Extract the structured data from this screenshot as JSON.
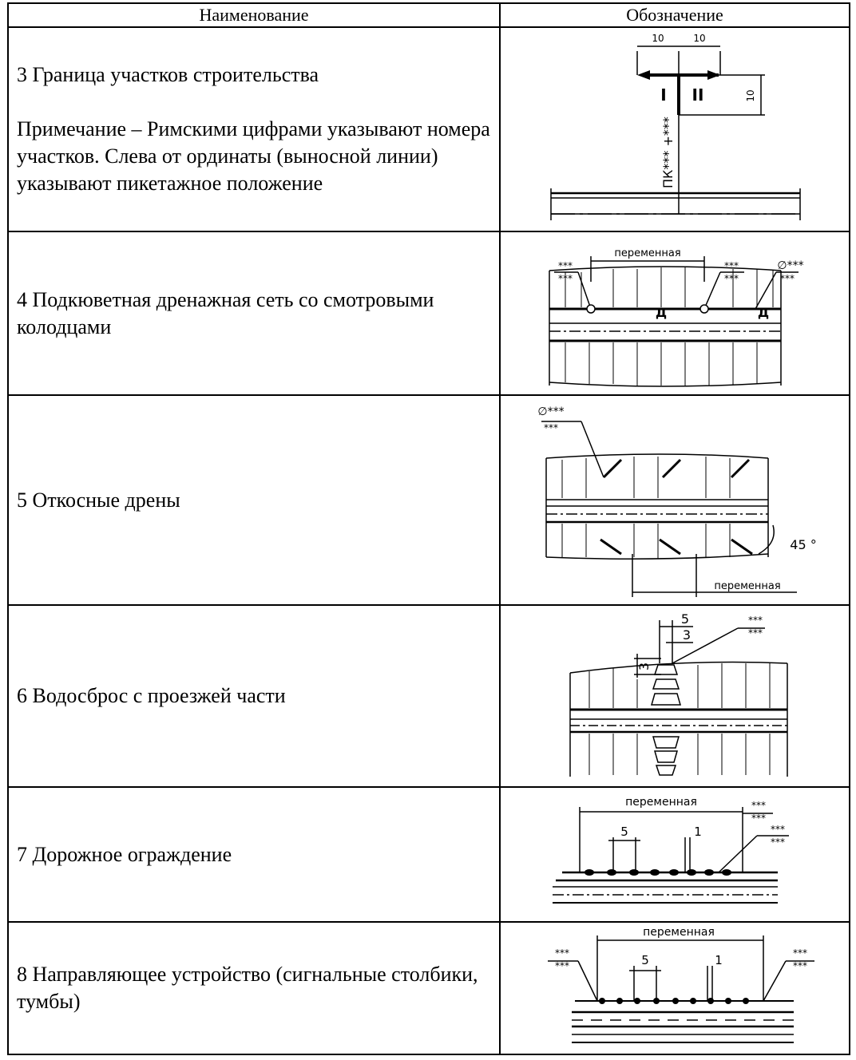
{
  "header": {
    "name_col": "Наименование",
    "symbol_col": "Обозначение"
  },
  "rows": [
    {
      "title": "3 Граница участков строительства",
      "note": "Примечание – Римскими цифрами указывают номера участков. Слева от ординаты (выносной линии) указывают пикетажное положение",
      "symbol": {
        "dim_left": "10",
        "dim_right": "10",
        "dim_vertical": "10",
        "section_left": "I",
        "section_right": "II",
        "picket_label": "ПК*** +***"
      }
    },
    {
      "title": "4 Подкюветная дренажная сеть со смотровыми колодцами",
      "symbol": {
        "span_label": "переменная",
        "marker_d": "Д",
        "stars": "***",
        "diameter": "∅***"
      }
    },
    {
      "title": "5 Откосные дрены",
      "symbol": {
        "diameter": "∅***",
        "stars": "***",
        "angle": "45 °",
        "span_label": "переменная"
      }
    },
    {
      "title": "6 Водосброс с проезжей части",
      "symbol": {
        "dim_5": "5",
        "dim_3": "3",
        "dim_3_side": "3",
        "stars": "***"
      }
    },
    {
      "title": "7 Дорожное ограждение",
      "symbol": {
        "span_label": "переменная",
        "dim_5": "5",
        "dim_1": "1",
        "stars": "***"
      }
    },
    {
      "title": "8 Направляющее устройство (сигнальные столбики, тумбы)",
      "symbol": {
        "span_label": "переменная",
        "dim_5": "5",
        "dim_1": "1",
        "stars": "***"
      }
    }
  ]
}
